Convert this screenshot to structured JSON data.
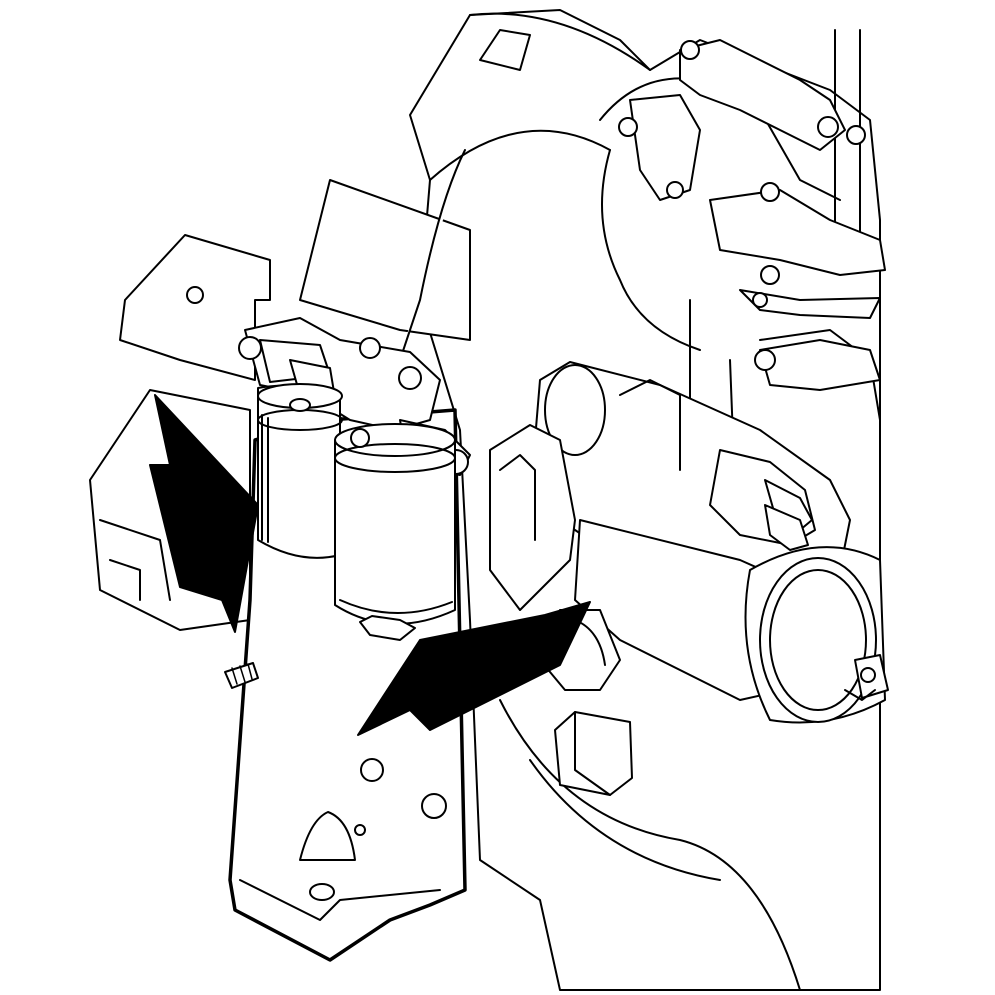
{
  "drawing": {
    "subject": "engine-fuel-filter-assembly",
    "line_color": "#000000",
    "background_color": "#ffffff",
    "style": "monochrome technical line art",
    "callouts": [
      {
        "icon": "arrow-icon",
        "direction": "down-right",
        "points_to": "primary-fuel-filter"
      },
      {
        "icon": "arrow-icon",
        "direction": "up-right",
        "points_to": "secondary-fuel-filter"
      }
    ]
  }
}
